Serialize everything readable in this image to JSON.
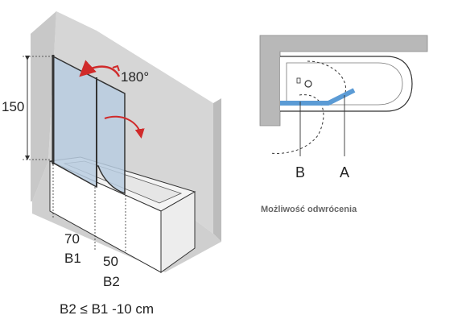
{
  "left_view": {
    "height_label": "150",
    "rotation_label": "180°",
    "dim_b1_value": "70",
    "dim_b1_name": "B1",
    "dim_b2_value": "50",
    "dim_b2_name": "B2",
    "formula": "B2 ≤ B1 -10 cm"
  },
  "right_view": {
    "label_b": "B",
    "label_a": "A",
    "caption": "Możliwość odwrócenia"
  },
  "colors": {
    "wall": "#d4d4d4",
    "wall_dark": "#b8b8b8",
    "glass": "#b9cde0",
    "arrow_red": "#d02a2a",
    "panel_blue": "#5b9bd5",
    "outline": "#333333"
  }
}
